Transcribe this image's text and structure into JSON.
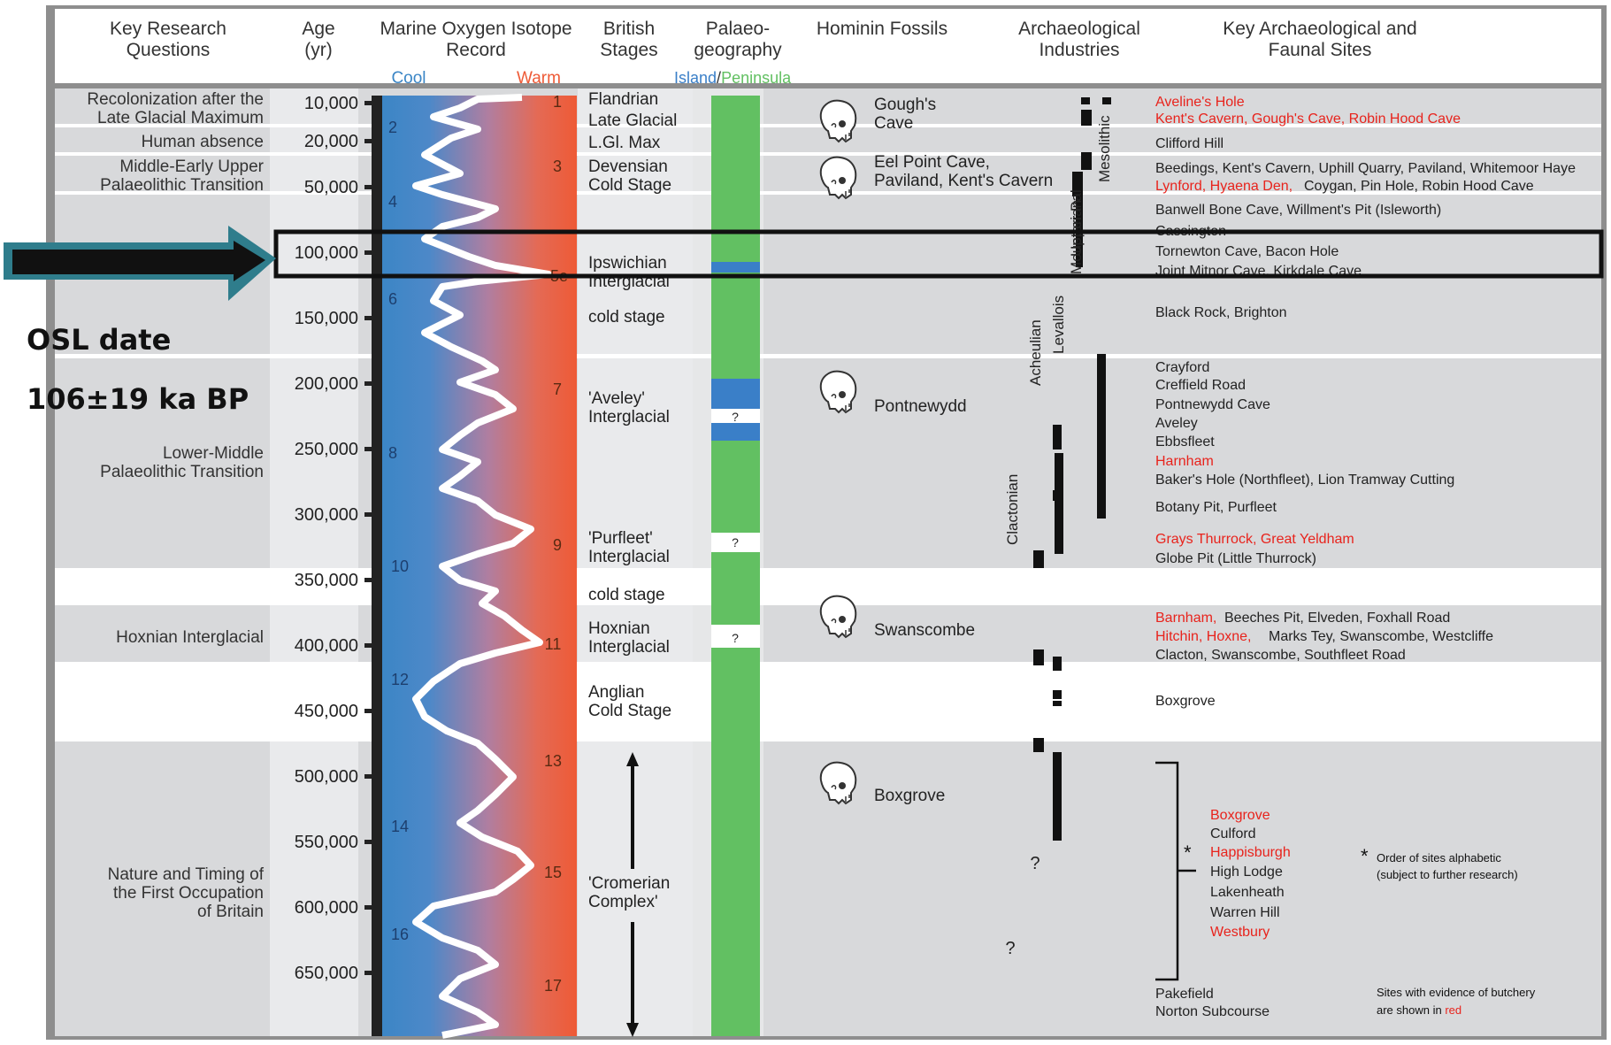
{
  "headers": {
    "questions": [
      "Key Research",
      "Questions"
    ],
    "age": [
      "Age",
      "(yr)"
    ],
    "isotope": [
      "Marine Oxygen Isotope",
      "Record"
    ],
    "stages": [
      "British",
      "Stages"
    ],
    "palaeo": [
      "Palaeo-",
      "geography"
    ],
    "hominin": [
      "Hominin Fossils"
    ],
    "industries": [
      "Archaeological",
      "Industries"
    ],
    "sites": [
      "Key Archaeological and",
      "Faunal Sites"
    ]
  },
  "sub_headers": {
    "cool": "Cool",
    "warm": "Warm",
    "island": "Island",
    "slash": "/",
    "peninsula": "Peninsula"
  },
  "colors": {
    "cool": "#3b86c6",
    "warm": "#ee5a36",
    "island": "#3a7fc8",
    "peninsula": "#62c062",
    "red_text": "#e8231c",
    "panel_gray": "#d8d9db",
    "frame": "#8e8e8e",
    "arrow": "#2f7d8c"
  },
  "age_ticks": [
    "10,000",
    "20,000",
    "50,000",
    "100,000",
    "150,000",
    "200,000",
    "250,000",
    "300,000",
    "350,000",
    "400,000",
    "450,000",
    "500,000",
    "550,000",
    "600,000",
    "650,000"
  ],
  "mis_numbers": [
    "1",
    "2",
    "3",
    "4",
    "5e",
    "6",
    "7",
    "8",
    "9",
    "10",
    "11",
    "12",
    "13",
    "14",
    "15",
    "16",
    "17"
  ],
  "questions": [
    [
      "Recolonization after the",
      "Late Glacial Maximum"
    ],
    [
      "Human absence"
    ],
    [
      "Middle-Early Upper",
      "Palaeolithic Transition"
    ],
    [
      "Lower-Middle",
      "Palaeolithic Transition"
    ],
    [
      "Hoxnian Interglacial"
    ],
    [
      "Nature and Timing of",
      "the First Occupation",
      "of Britain"
    ]
  ],
  "stages": [
    [
      "Flandrian"
    ],
    [
      "Late Glacial"
    ],
    [
      "L.Gl. Max"
    ],
    [
      "Devensian",
      "Cold Stage"
    ],
    [
      "Ipswichian",
      "Interglacial"
    ],
    [
      "cold stage"
    ],
    [
      "'Aveley'",
      "Interglacial"
    ],
    [
      "'Purfleet'",
      "Interglacial"
    ],
    [
      "cold stage"
    ],
    [
      "Hoxnian",
      "Interglacial"
    ],
    [
      "Anglian",
      "Cold Stage"
    ],
    [
      "'Cromerian",
      "Complex'"
    ]
  ],
  "palaeo_question": "?",
  "hominins": [
    [
      "Gough's",
      "Cave"
    ],
    [
      "Eel Point Cave,",
      "Paviland, Kent's Cavern"
    ],
    [
      "Pontnewydd"
    ],
    [
      "Swanscombe"
    ],
    [
      "Boxgrove"
    ]
  ],
  "industries": [
    "Mesolithic",
    "Upper Pal",
    "Mousterian",
    "Levallois",
    "Acheulian",
    "Clactonian"
  ],
  "industry_question": "?",
  "sites": [
    {
      "text": "Aveline's Hole",
      "red": true
    },
    {
      "text": "Kent's Cavern, Gough's Cave, Robin Hood Cave",
      "red": true
    },
    {
      "text": "Clifford Hill",
      "red": false
    },
    {
      "text": "Beedings, Kent's Cavern, Uphill Quarry, Paviland, Whitemoor Haye",
      "red": false
    },
    {
      "text": "Lynford, Hyaena Den,",
      "red": true
    },
    {
      "text": "Coygan, Pin Hole, Robin Hood Cave",
      "red": false
    },
    {
      "text": "Banwell Bone Cave, Willment's Pit (Isleworth)",
      "red": false
    },
    {
      "text": "Cassington",
      "red": false
    },
    {
      "text": "Tornewton Cave, Bacon Hole",
      "red": false
    },
    {
      "text": "Joint Mitnor Cave, Kirkdale Cave",
      "red": false
    },
    {
      "text": "Black Rock, Brighton",
      "red": false
    },
    {
      "text": "Crayford",
      "red": false
    },
    {
      "text": "Creffield Road",
      "red": false
    },
    {
      "text": "Pontnewydd Cave",
      "red": false
    },
    {
      "text": "Aveley",
      "red": false
    },
    {
      "text": "Ebbsfleet",
      "red": false
    },
    {
      "text": "Harnham",
      "red": true
    },
    {
      "text": "Baker's Hole (Northfleet), Lion Tramway Cutting",
      "red": false
    },
    {
      "text": "Botany Pit, Purfleet",
      "red": false
    },
    {
      "text": "Grays Thurrock, Great Yeldham",
      "red": true
    },
    {
      "text": "Globe Pit (Little Thurrock)",
      "red": false
    },
    {
      "text": "Barnham,",
      "red": true
    },
    {
      "text": "Beeches Pit, Elveden, Foxhall Road",
      "red": false
    },
    {
      "text": "Hitchin, Hoxne,",
      "red": true
    },
    {
      "text": "Marks Tey, Swanscombe, Westcliffe",
      "red": false
    },
    {
      "text": "Clacton, Swanscombe, Southfleet Road",
      "red": false
    },
    {
      "text": "Boxgrove",
      "red": false
    },
    {
      "text": "Boxgrove",
      "red": true
    },
    {
      "text": "Culford",
      "red": false
    },
    {
      "text": "Happisburgh",
      "red": true
    },
    {
      "text": "High Lodge",
      "red": false
    },
    {
      "text": "Lakenheath",
      "red": false
    },
    {
      "text": "Warren Hill",
      "red": false
    },
    {
      "text": "Westbury",
      "red": true
    },
    {
      "text": "Pakefield",
      "red": false
    },
    {
      "text": "Norton Subcourse",
      "red": false
    }
  ],
  "notes": {
    "asterisk": "*",
    "order_1": "Order of sites alphabetic",
    "order_2": "(subject to further research)",
    "butchery_1": "Sites with evidence of butchery",
    "butchery_2a": "are shown in ",
    "butchery_2b": "red"
  },
  "osl": {
    "label": "OSL date",
    "value": "106±19 ka BP"
  }
}
